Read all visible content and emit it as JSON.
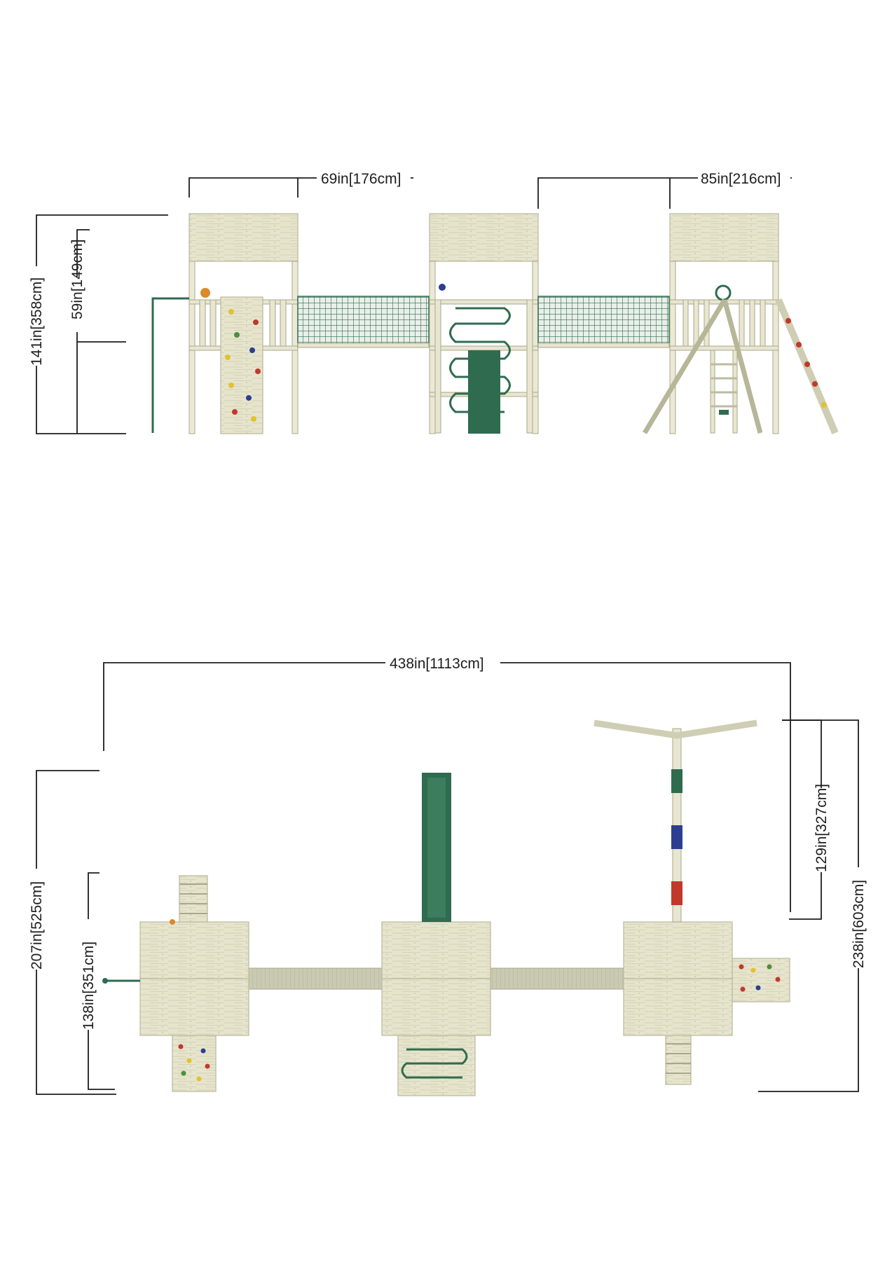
{
  "dimensions": {
    "front_width_left": "69in[176cm]",
    "front_width_right": "85in[216cm]",
    "front_height_total": "141in[358cm]",
    "front_height_platform": "59in[149cm]",
    "top_total_width": "438in[1113cm]",
    "top_depth_left_total": "207in[525cm]",
    "top_depth_left_inner": "138in[351cm]",
    "top_depth_right_inner": "129in[327cm]",
    "top_depth_right_total": "238in[603cm]"
  },
  "colors": {
    "wood": "#e6e4cc",
    "green": "#2f6b4f",
    "line": "#1e1e1e",
    "hold_red": "#c0392b",
    "hold_blue": "#2c3e8f",
    "hold_yellow": "#e1c32c"
  }
}
